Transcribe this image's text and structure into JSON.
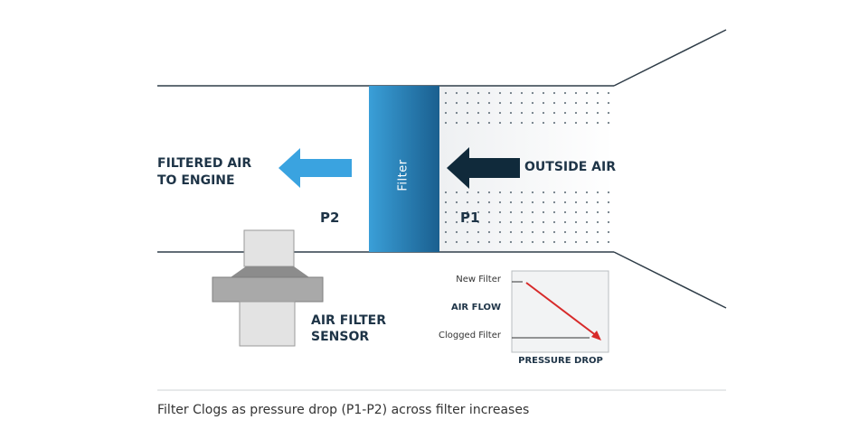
{
  "labels": {
    "filtered_air_line1": "FILTERED AIR",
    "filtered_air_line2": "TO ENGINE",
    "outside_air": "OUTSIDE AIR",
    "p2": "P2",
    "p1": "P1",
    "filter": "Filter",
    "sensor_line1": "AIR FILTER",
    "sensor_line2": "SENSOR"
  },
  "graph": {
    "new_filter": "New Filter",
    "air_flow": "AIR FLOW",
    "clogged_filter": "Clogged Filter",
    "pressure_drop": "PRESSURE DROP"
  },
  "caption": "Filter Clogs as pressure drop (P1-P2) across filter increases",
  "colors": {
    "filter_dark": "#1a5f8f",
    "filter_light": "#3a9fd8",
    "arrow_filtered": "#3aa3e0",
    "arrow_outside": "#102a3b",
    "trend_line": "#d72a2a",
    "label_text": "#1e3447"
  }
}
